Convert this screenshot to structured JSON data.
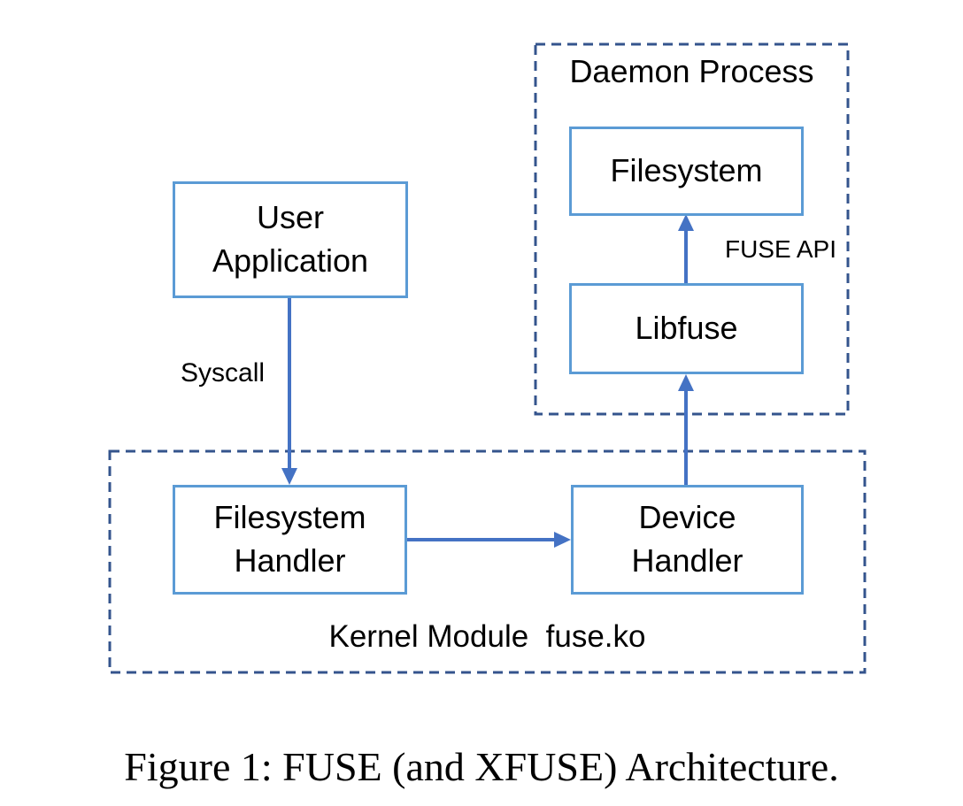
{
  "colors": {
    "box_border": "#5B9BD5",
    "arrow": "#4472C4",
    "dashed_border": "#34548D",
    "text": "#000000"
  },
  "groups": {
    "daemon": {
      "title": "Daemon Process"
    },
    "kernel": {
      "title": "Kernel Module  fuse.ko"
    }
  },
  "boxes": {
    "user_application": {
      "label": "User\nApplication"
    },
    "filesystem_handler": {
      "label": "Filesystem\nHandler"
    },
    "device_handler": {
      "label": "Device\nHandler"
    },
    "libfuse": {
      "label": "Libfuse"
    },
    "filesystem": {
      "label": "Filesystem"
    }
  },
  "connections": [
    {
      "from": "user_application",
      "to": "filesystem_handler",
      "label": "Syscall"
    },
    {
      "from": "filesystem_handler",
      "to": "device_handler",
      "label": ""
    },
    {
      "from": "device_handler",
      "to": "libfuse",
      "label": ""
    },
    {
      "from": "libfuse",
      "to": "filesystem",
      "label": "FUSE API"
    }
  ],
  "caption": {
    "text": "Figure 1: FUSE (and XFUSE) Architecture."
  }
}
